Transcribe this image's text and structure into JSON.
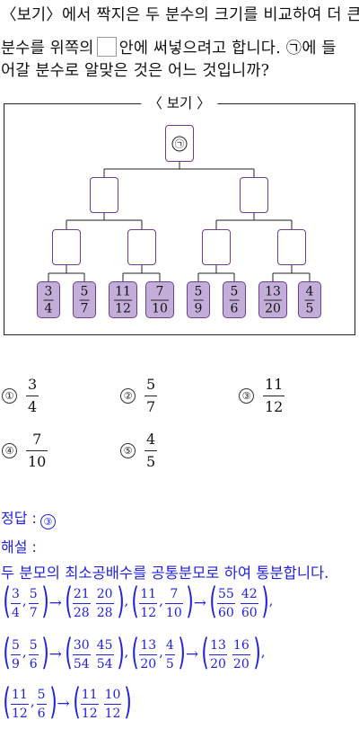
{
  "question": {
    "line1": "〈보기〉에서 짝지은 두 분수의 크기를 비교하여 더 큰",
    "line2_a": "분수를 위쪽의",
    "line2_b": "안에 써넣으려고 합니다. ㉠에 들",
    "line3": "어갈 분수로 알맞은 것은 어느 것입니까?"
  },
  "box": {
    "title": "〈 보기 〉",
    "root_label": "㉠",
    "leaves": [
      {
        "num": "3",
        "den": "4"
      },
      {
        "num": "5",
        "den": "7"
      },
      {
        "num": "11",
        "den": "12"
      },
      {
        "num": "7",
        "den": "10"
      },
      {
        "num": "5",
        "den": "9"
      },
      {
        "num": "5",
        "den": "6"
      },
      {
        "num": "13",
        "den": "20"
      },
      {
        "num": "4",
        "den": "5"
      }
    ]
  },
  "choices": [
    {
      "mark": "①",
      "num": "3",
      "den": "4"
    },
    {
      "mark": "②",
      "num": "5",
      "den": "7"
    },
    {
      "mark": "③",
      "num": "11",
      "den": "12"
    },
    {
      "mark": "④",
      "num": "7",
      "den": "10"
    },
    {
      "mark": "⑤",
      "num": "4",
      "den": "5"
    }
  ],
  "answer": {
    "label": "정답 :",
    "mark": "③",
    "explanation_label": "해설 :",
    "explanation_text": "두 분모의 최소공배수를 공통분모로 하여 통분합니다."
  },
  "colors": {
    "answer_blue": "#2222dd",
    "node_border": "#6e3f8e",
    "leaf_fill": "#c2aed8"
  },
  "equations": [
    [
      {
        "a": {
          "num": "3",
          "den": "4"
        },
        "b": {
          "num": "5",
          "den": "7"
        },
        "c": {
          "num": "21",
          "den": "28"
        },
        "d": {
          "num": "20",
          "den": "28"
        }
      },
      {
        "a": {
          "num": "11",
          "den": "12"
        },
        "b": {
          "num": "7",
          "den": "10"
        },
        "c": {
          "num": "55",
          "den": "60"
        },
        "d": {
          "num": "42",
          "den": "60"
        }
      }
    ],
    [
      {
        "a": {
          "num": "5",
          "den": "9"
        },
        "b": {
          "num": "5",
          "den": "6"
        },
        "c": {
          "num": "30",
          "den": "54"
        },
        "d": {
          "num": "45",
          "den": "54"
        }
      },
      {
        "a": {
          "num": "13",
          "den": "20"
        },
        "b": {
          "num": "4",
          "den": "5"
        },
        "c": {
          "num": "13",
          "den": "20"
        },
        "d": {
          "num": "16",
          "den": "20"
        }
      }
    ],
    [
      {
        "a": {
          "num": "11",
          "den": "12"
        },
        "b": {
          "num": "5",
          "den": "6"
        },
        "c": {
          "num": "11",
          "den": "12"
        },
        "d": {
          "num": "10",
          "den": "12"
        }
      }
    ]
  ]
}
